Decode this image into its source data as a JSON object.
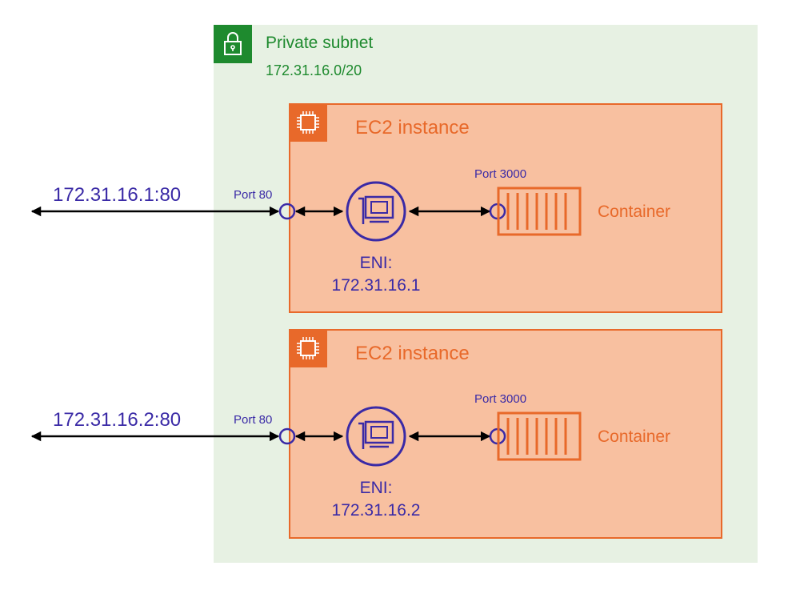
{
  "subnet": {
    "title": "Private subnet",
    "cidr": "172.31.16.0/20",
    "icon": "lock-icon"
  },
  "instances": [
    {
      "title": "EC2 instance",
      "icon": "chip-icon",
      "external_address": "172.31.16.1:80",
      "host_port": "Port 80",
      "container_port": "Port 3000",
      "eni_label": "ENI:",
      "eni_ip": "172.31.16.1",
      "container_label": "Container"
    },
    {
      "title": "EC2 instance",
      "icon": "chip-icon",
      "external_address": "172.31.16.2:80",
      "host_port": "Port 80",
      "container_port": "Port 3000",
      "eni_label": "ENI:",
      "eni_ip": "172.31.16.2",
      "container_label": "Container"
    }
  ],
  "colors": {
    "subnet_green": "#1e8a2e",
    "subnet_bg": "#e7f1e3",
    "ec2_orange": "#e8692a",
    "ec2_bg": "#f8c0a0",
    "network_purple": "#3a2aa6"
  }
}
